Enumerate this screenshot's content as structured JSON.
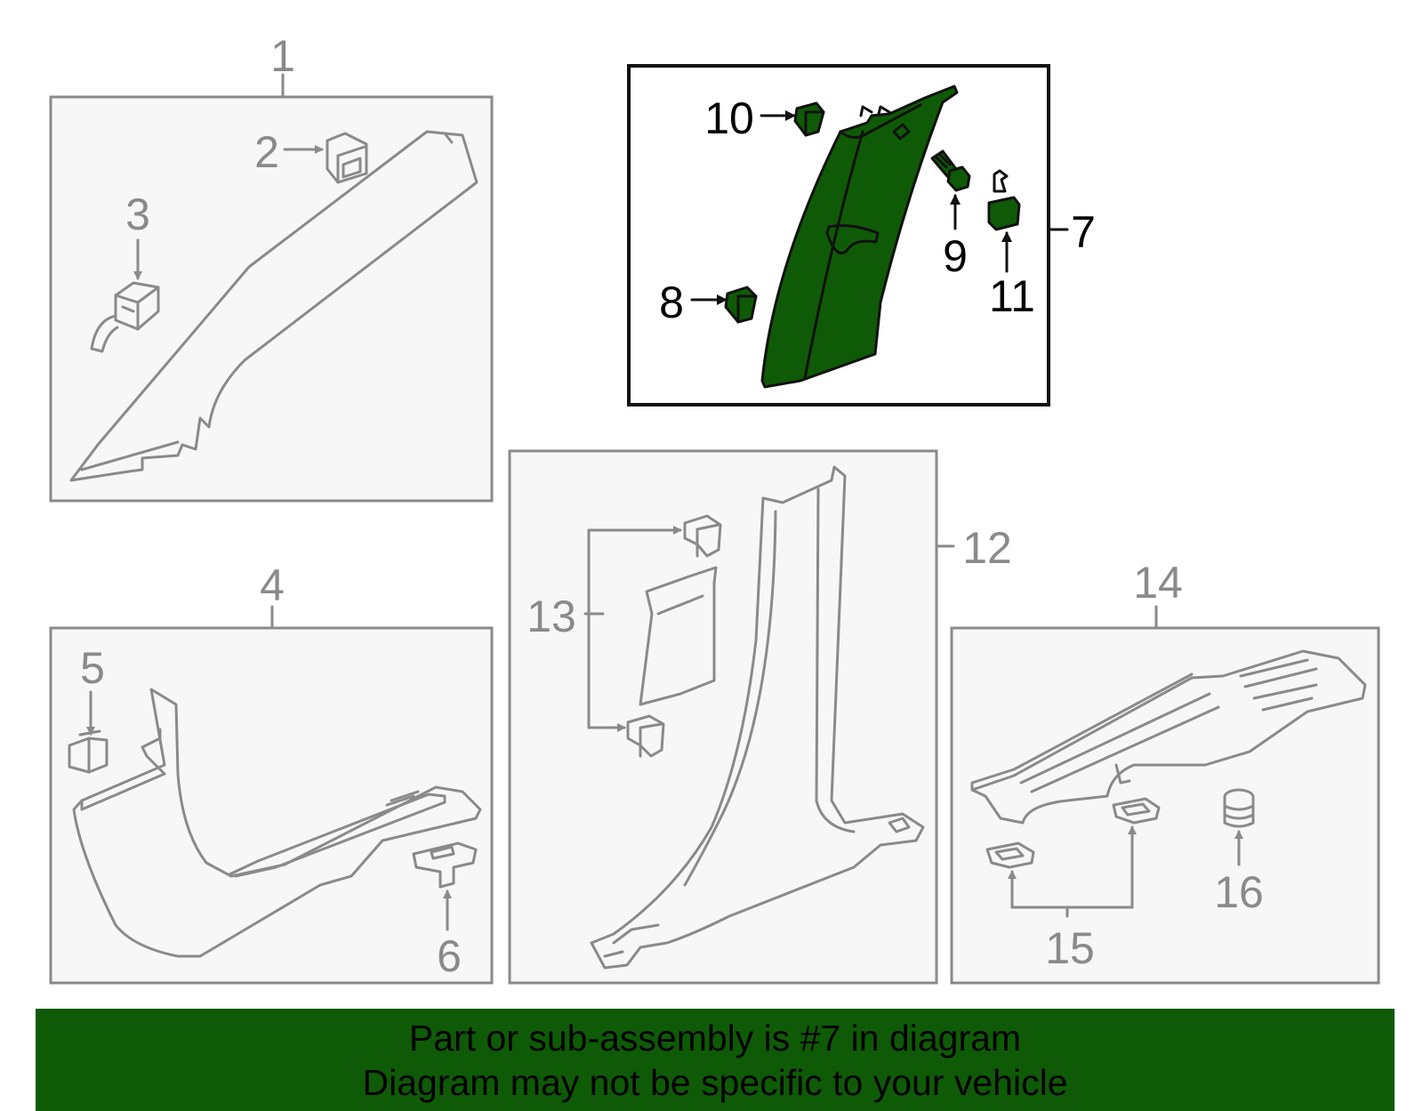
{
  "callouts": {
    "c1": "1",
    "c2": "2",
    "c3": "3",
    "c4": "4",
    "c5": "5",
    "c6": "6",
    "c7": "7",
    "c8": "8",
    "c9": "9",
    "c10": "10",
    "c11": "11",
    "c12": "12",
    "c13": "13",
    "c14": "14",
    "c15": "15",
    "c16": "16"
  },
  "highlight_part": "7",
  "colors": {
    "highlight": "#0f5a06",
    "parts": "#8a8a8a",
    "panel_bg": "#f7f7f7"
  },
  "banner": {
    "line1": "Part or sub-assembly is #7 in diagram",
    "line2": "Diagram may not be specific to your vehicle"
  }
}
